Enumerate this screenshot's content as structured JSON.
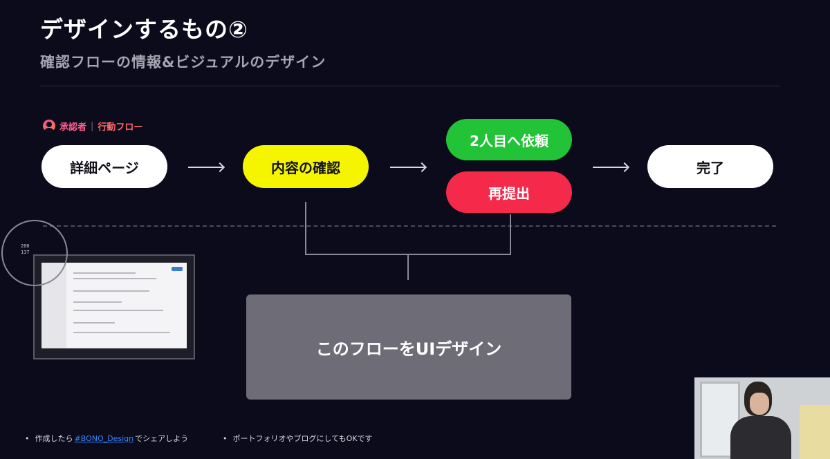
{
  "slide": {
    "title": "デザインするもの②",
    "subtitle": "確認フローの情報&ビジュアルのデザイン"
  },
  "flow": {
    "role_label": "承認者",
    "separator": "|",
    "flow_label": "行動フロー",
    "steps": {
      "detail": "詳細ページ",
      "confirm": "内容の確認",
      "request": "2人目へ依頼",
      "resubmit": "再提出",
      "complete": "完了"
    }
  },
  "design_box": {
    "label": "このフローをUIデザイン"
  },
  "thumbnail": {
    "ring_text": "200\n137"
  },
  "footer": {
    "left_prefix": "作成したら",
    "hashtag": "#BONO_Design",
    "left_suffix": "でシェアしよう",
    "right": "ポートフォリオやブログにしてもOKです"
  },
  "colors": {
    "background": "#0b0b1c",
    "yellow": "#f5f500",
    "green": "#22c336",
    "red": "#f52a4a",
    "hashtag": "#3a86ff"
  }
}
